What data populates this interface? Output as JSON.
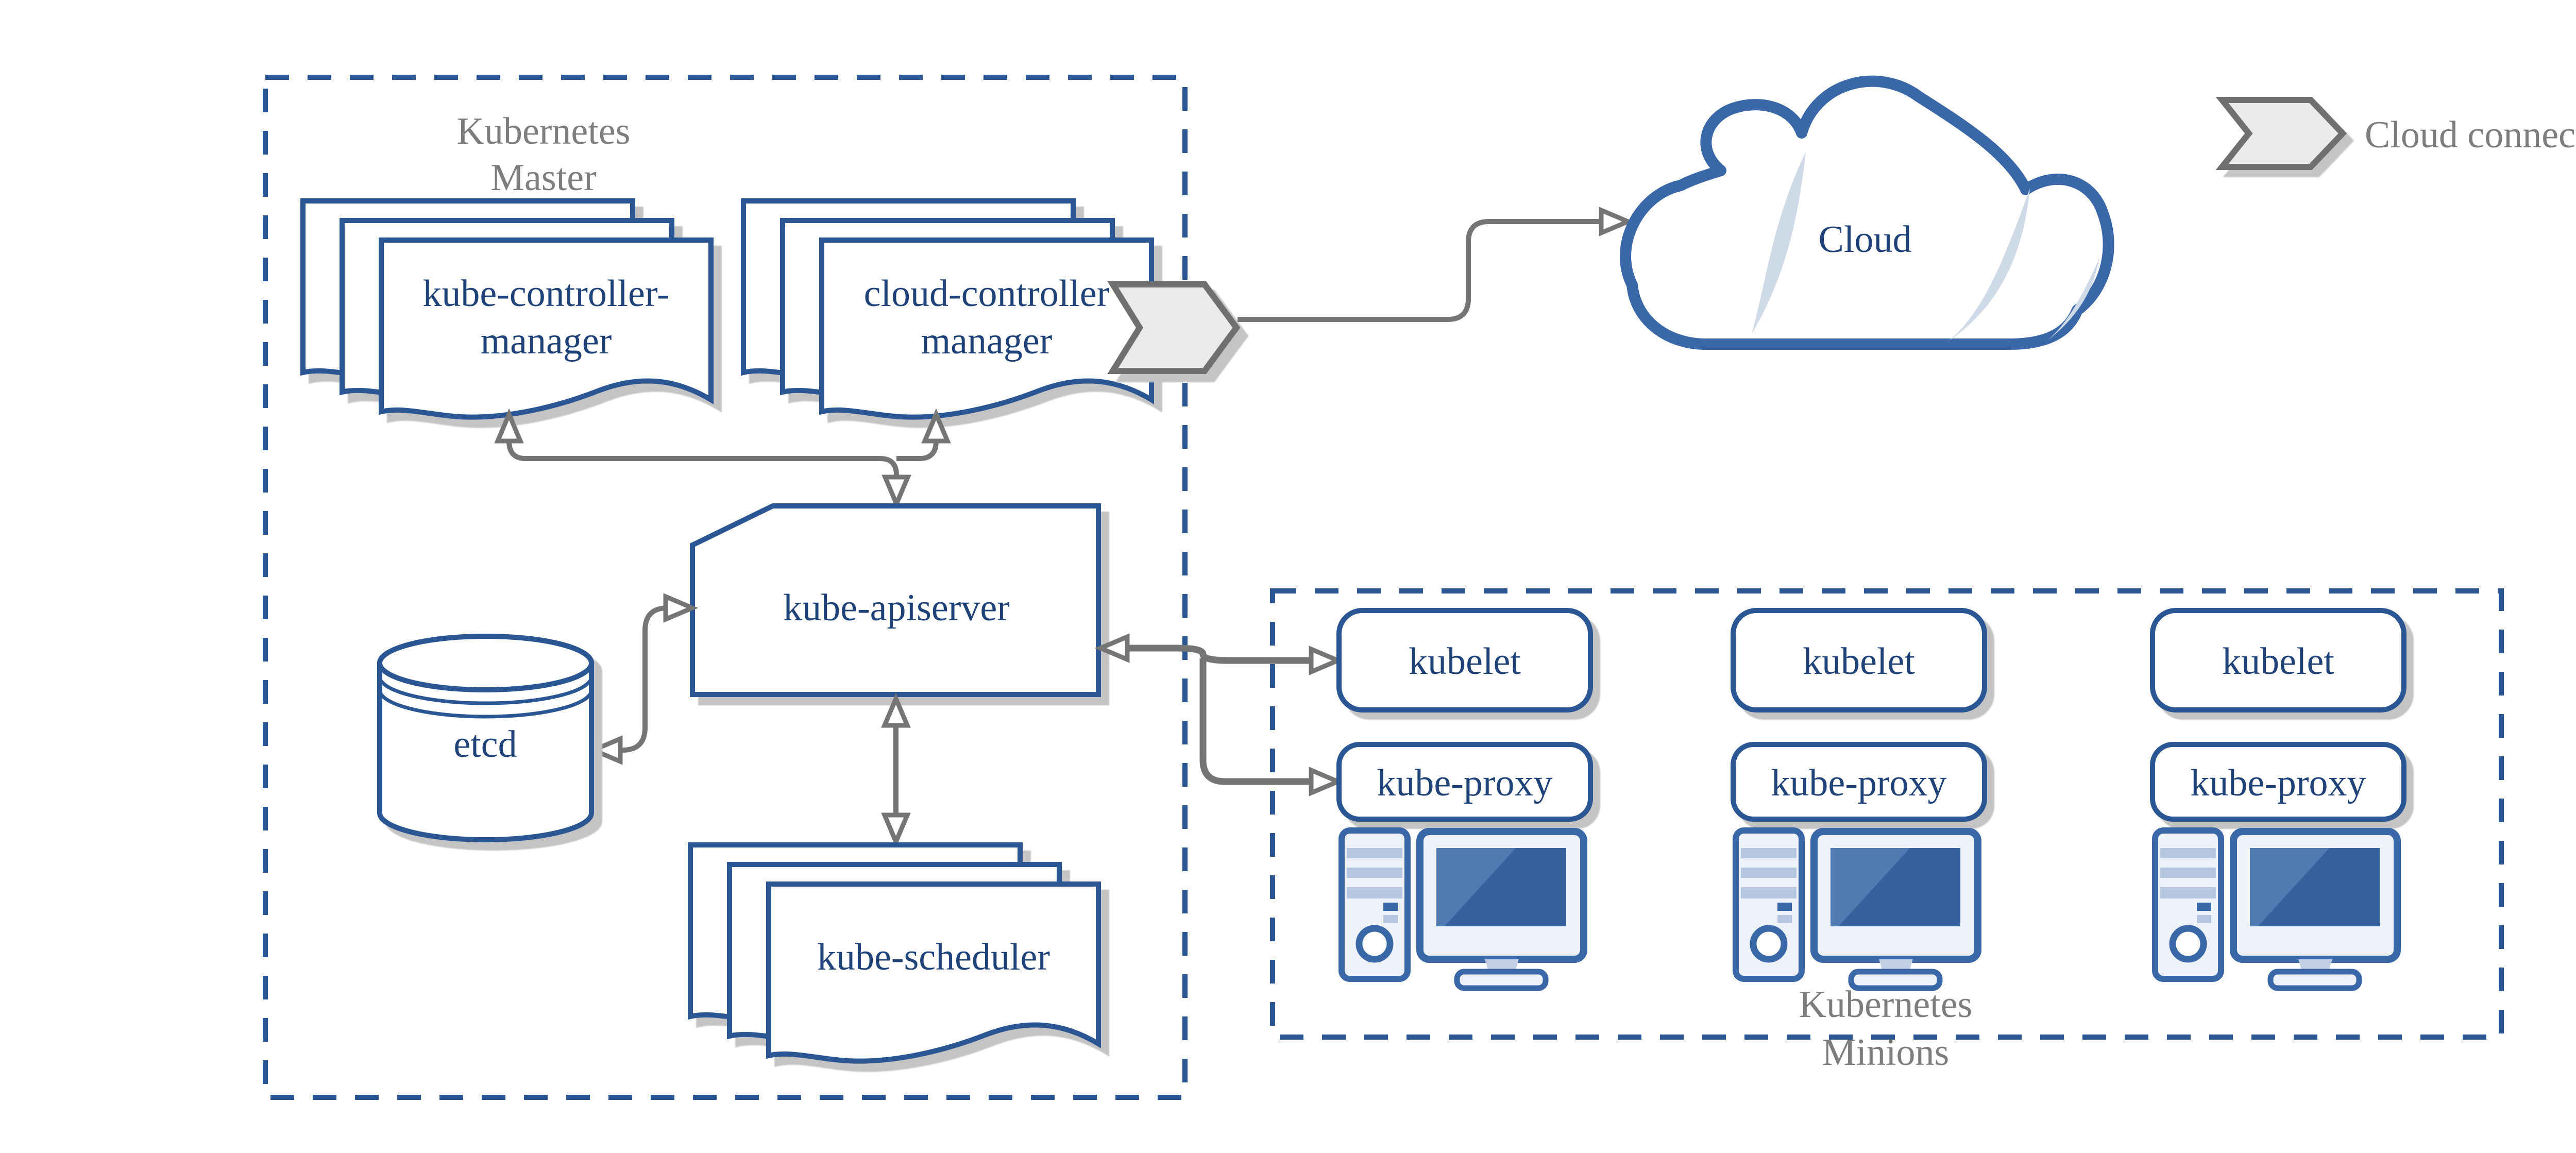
{
  "master": {
    "title_line1": "Kubernetes",
    "title_line2": "Master",
    "kube_controller_manager_line1": "kube-controller-",
    "kube_controller_manager_line2": "manager",
    "cloud_controller_manager_line1": "cloud-controller",
    "cloud_controller_manager_line2": "manager",
    "kube_apiserver": "kube-apiserver",
    "etcd": "etcd",
    "kube_scheduler": "kube-scheduler"
  },
  "cloud": {
    "label": "Cloud"
  },
  "legend": {
    "label": "Cloud connector"
  },
  "minions": {
    "title_line1": "Kubernetes",
    "title_line2": "Minions",
    "nodes": [
      {
        "kubelet": "kubelet",
        "kube_proxy": "kube-proxy"
      },
      {
        "kubelet": "kubelet",
        "kube_proxy": "kube-proxy"
      },
      {
        "kubelet": "kubelet",
        "kube_proxy": "kube-proxy"
      }
    ]
  },
  "colors": {
    "component_border_blue": "#2a5694",
    "text_blue": "#1f4379",
    "cloud_border_blue": "#3a67a7",
    "screen_blue": "#35619e",
    "screen_highlight_blue": "#4f7ab2",
    "light_fill": "#edf2f9",
    "stripe_blue": "#b5c6e0",
    "sliver_blue": "#cfdae9",
    "connector_gray": "#757575",
    "chevron_fill": "#eaeaea",
    "label_gray": "#7d7d7d",
    "shadow_gray": "#c4c4c4"
  }
}
